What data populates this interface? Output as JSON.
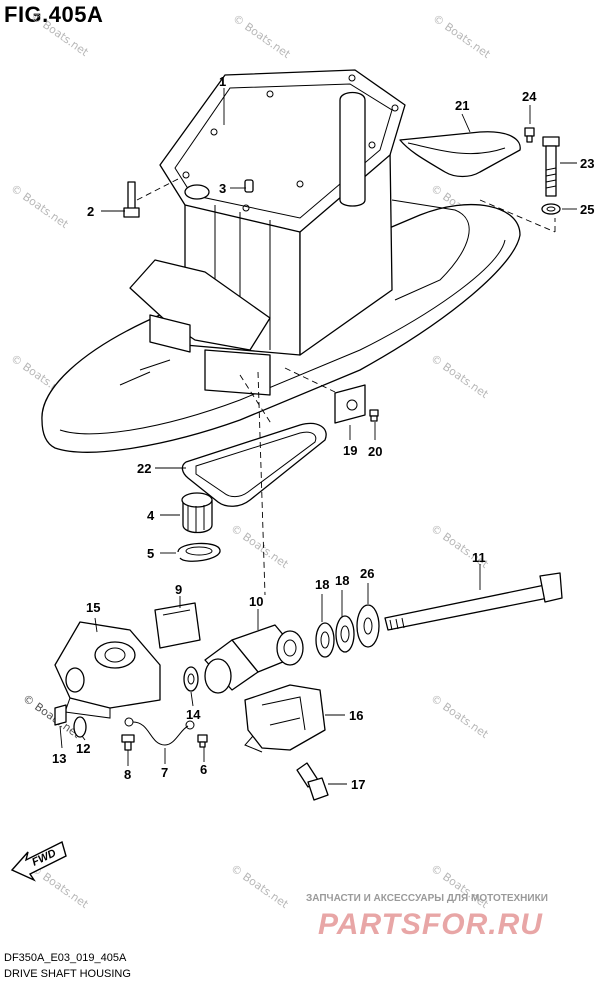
{
  "figure": {
    "title": "FIG.405A"
  },
  "watermark": {
    "text": "© Boats.net"
  },
  "callouts": [
    "1",
    "2",
    "3",
    "4",
    "5",
    "6",
    "7",
    "8",
    "9",
    "10",
    "11",
    "12",
    "13",
    "14",
    "15",
    "16",
    "17",
    "18",
    "18",
    "19",
    "20",
    "21",
    "22",
    "23",
    "24",
    "25",
    "26"
  ],
  "footer": {
    "code": "DF350A_E03_019_405A",
    "caption": "DRIVE SHAFT HOUSING"
  },
  "promo": {
    "text": "ЗАПЧАСТИ И АКСЕССУАРЫ ДЛЯ МОТОТЕХНИКИ",
    "brand": "PARTSFOR.RU"
  },
  "fwd_label": "FWD",
  "icons": [
    "fwd-arrow-icon"
  ]
}
